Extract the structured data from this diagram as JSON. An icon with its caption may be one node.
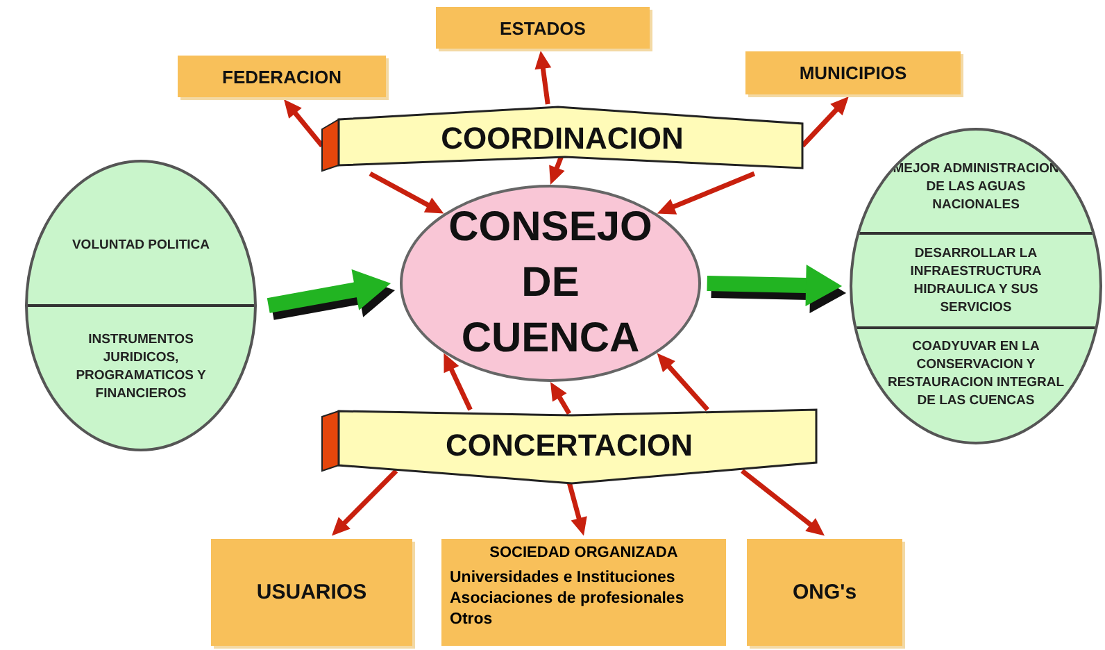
{
  "diagram": {
    "nodes": [
      {
        "text": [
          "FEDERACION"
        ]
      },
      {
        "text": [
          "ESTADOS"
        ]
      },
      {
        "text": [
          "MUNICIPIOS"
        ]
      },
      {
        "text": [
          "COORDINACION"
        ]
      },
      {
        "text": [
          "CONSEJO DE CUENCA"
        ]
      },
      {
        "text": [
          "VOLUNTAD POLITICA",
          "INSTRUMENTOS JURIDICOS, PROGRAMATICOS Y FINANCIEROS"
        ]
      },
      {
        "text": [
          "MEJOR ADMINISTRACION DE LAS AGUAS NACIONALES",
          "DESARROLLAR LA INFRAESTRUCTURA HIDRAULICA Y SUS SERVICIOS",
          "COADYUVAR EN LA CONSERVACION Y RESTAURACION INTEGRAL DE LAS CUENCAS"
        ]
      },
      {
        "text": [
          "CONCERTACION"
        ]
      },
      {
        "text": [
          "USUARIOS"
        ]
      },
      {
        "text": [
          "SOCIEDAD ORGANIZADA",
          "Universidades e Instituciones",
          "Asociaciones de profesionales",
          "Otros"
        ]
      },
      {
        "text": [
          "ONG's"
        ]
      }
    ],
    "edges": [
      {
        "from": 3,
        "to": 0,
        "arrow": "to"
      },
      {
        "from": 3,
        "to": 1,
        "arrow": "to"
      },
      {
        "from": 3,
        "to": 2,
        "arrow": "to"
      },
      {
        "from": 3,
        "to": 4,
        "arrow": "to"
      },
      {
        "from": 3,
        "to": 4,
        "arrow": "to"
      },
      {
        "from": 3,
        "to": 4,
        "arrow": "to"
      },
      {
        "from": 7,
        "to": 4,
        "arrow": "to"
      },
      {
        "from": 7,
        "to": 4,
        "arrow": "to"
      },
      {
        "from": 7,
        "to": 4,
        "arrow": "to"
      },
      {
        "from": 7,
        "to": 8,
        "arrow": "to"
      },
      {
        "from": 7,
        "to": 9,
        "arrow": "to"
      },
      {
        "from": 7,
        "to": 10,
        "arrow": "to"
      },
      {
        "from": 5,
        "to": 4,
        "arrow": "to",
        "style": "thick",
        "color": "#22b422"
      },
      {
        "from": 4,
        "to": 6,
        "arrow": "to",
        "style": "thick",
        "color": "#22b422"
      }
    ]
  }
}
